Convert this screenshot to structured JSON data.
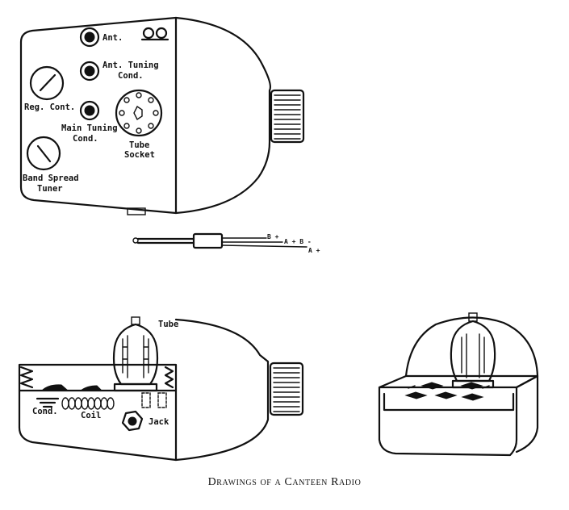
{
  "labels": {
    "ant": "Ant.",
    "ant_tuning_line1": "Ant. Tuning",
    "ant_tuning_line2": "Cond.",
    "reg_cont": "Reg. Cont.",
    "main_tuning_line1": "Main Tuning",
    "main_tuning_line2": "Cond.",
    "tube_socket_line1": "Tube",
    "tube_socket_line2": "Socket",
    "band_spread_line1": "Band Spread",
    "band_spread_line2": "Tuner",
    "wire_b_plus": "B +",
    "wire_a_plus_b_minus": "A + B -",
    "wire_a_plus": "A +",
    "tube": "Tube",
    "cond": "Cond.",
    "coil": "Coil",
    "jack": "Jack"
  },
  "caption": "Drawings of a Canteen Radio"
}
